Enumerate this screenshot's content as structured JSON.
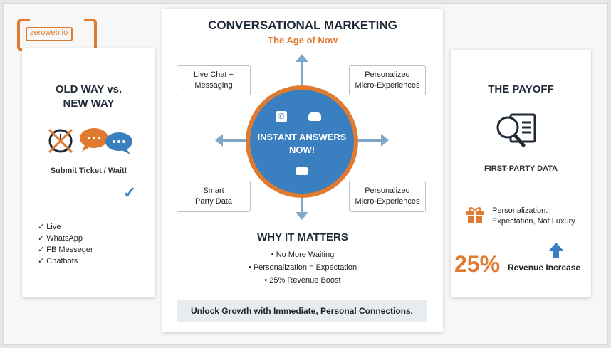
{
  "logo": {
    "text": "zeroweb.io"
  },
  "left": {
    "title_line1": "OLD WAY vs.",
    "title_line2": "NEW WAY",
    "caption": "Submit Ticket / Wait!",
    "channels": [
      "Live",
      "WhatsApp",
      "FB Messeger",
      "Chatbots"
    ]
  },
  "center": {
    "title": "CONVERSATIONAL MARKETING",
    "subtitle": "The Age of Now",
    "hub_line1": "INSTANT ANSWERS",
    "hub_line2": "NOW!",
    "boxes": {
      "top_left_1": "Live Chat +",
      "top_left_2": "Messaging",
      "top_right_1": "Personalized",
      "top_right_2": "Micro-Experiences",
      "bottom_left_1": "Smart",
      "bottom_left_2": "Party Data",
      "bottom_right_1": "Personalized",
      "bottom_right_2": "Micro-Experiences"
    },
    "why_title": "WHY IT MATTERS",
    "why_items": [
      "• No More Waiting",
      "• Personalization = Expectation",
      "• 25% Revenue Boost"
    ],
    "footer": "Unlock Growth with Immediate, Personal Connections."
  },
  "right": {
    "title": "THE PAYOFF",
    "data_label": "FIRST-PARTY DATA",
    "personalization_1": "Personalization:",
    "personalization_2": "Expectation, Not Luxury",
    "stat": "25%",
    "stat_label": "Revenue Increase"
  },
  "colors": {
    "orange": "#e07a30",
    "blue": "#3a7fc0",
    "navy": "#1f2a36"
  }
}
